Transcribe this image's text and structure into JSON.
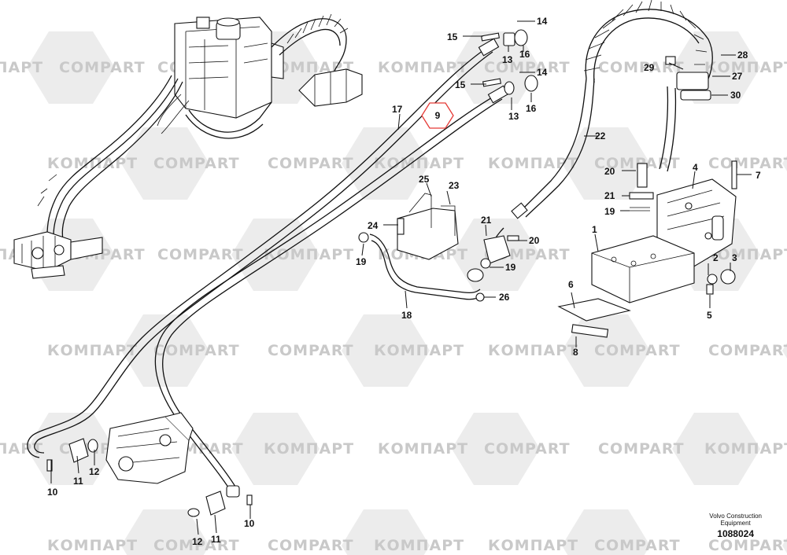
{
  "watermark": {
    "latin": "COMPART",
    "cyrillic": "КОМПАРТ"
  },
  "callouts": {
    "c1": "1",
    "c2": "2",
    "c3": "3",
    "c4": "4",
    "c5": "5",
    "c6": "6",
    "c7": "7",
    "c8": "8",
    "c9": "9",
    "c10a": "10",
    "c10b": "10",
    "c11a": "11",
    "c11b": "11",
    "c12a": "12",
    "c12b": "12",
    "c13a": "13",
    "c13b": "13",
    "c14a": "14",
    "c14b": "14",
    "c15a": "15",
    "c15b": "15",
    "c16a": "16",
    "c16b": "16",
    "c17": "17",
    "c18": "18",
    "c19a": "19",
    "c19b": "19",
    "c19c": "19",
    "c20a": "20",
    "c20b": "20",
    "c21a": "21",
    "c21b": "21",
    "c22": "22",
    "c23": "23",
    "c24": "24",
    "c25": "25",
    "c26": "26",
    "c27": "27",
    "c28": "28",
    "c29": "29",
    "c30": "30"
  },
  "highlight_color": "#e53935",
  "footer": {
    "maker_line1": "Volvo Construction",
    "maker_line2": "Equipment",
    "doc_number": "1088024"
  }
}
